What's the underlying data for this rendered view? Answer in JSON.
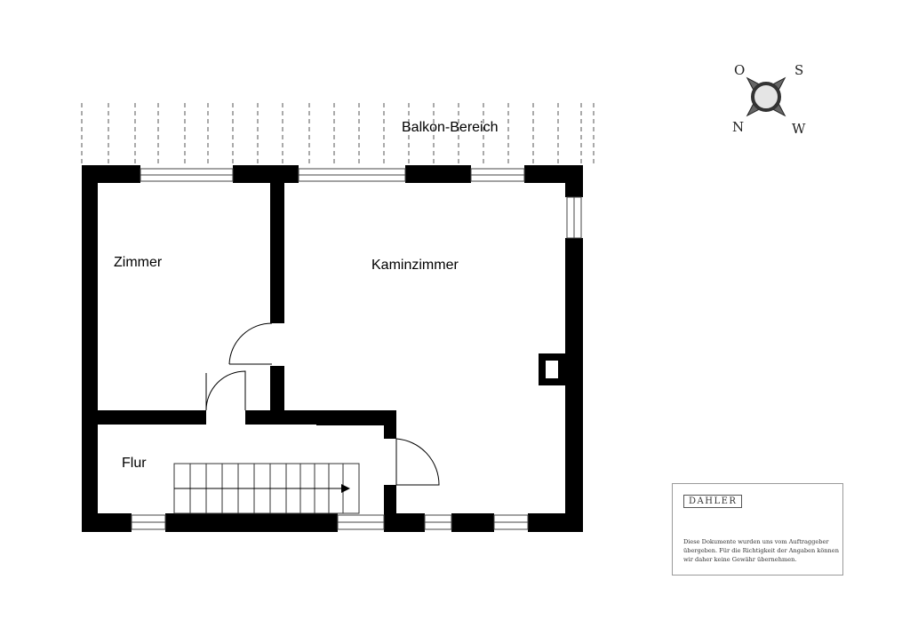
{
  "floorplan": {
    "rooms": {
      "balcony": "Balkon-Bereich",
      "room": "Zimmer",
      "fireplace_room": "Kaminzimmer",
      "hallway": "Flur"
    },
    "compass": {
      "north": "N",
      "east": "O",
      "south": "S",
      "west": "W"
    }
  },
  "info_box": {
    "brand": "DAHLER",
    "disclaimer": "Diese Dokumente wurden uns vom Auftraggeber übergeben. Für die Richtigkeit der Angaben können wir daher keine Gewähr übernehmen."
  },
  "colors": {
    "wall": "#000000",
    "line": "#444444",
    "background": "#ffffff"
  }
}
